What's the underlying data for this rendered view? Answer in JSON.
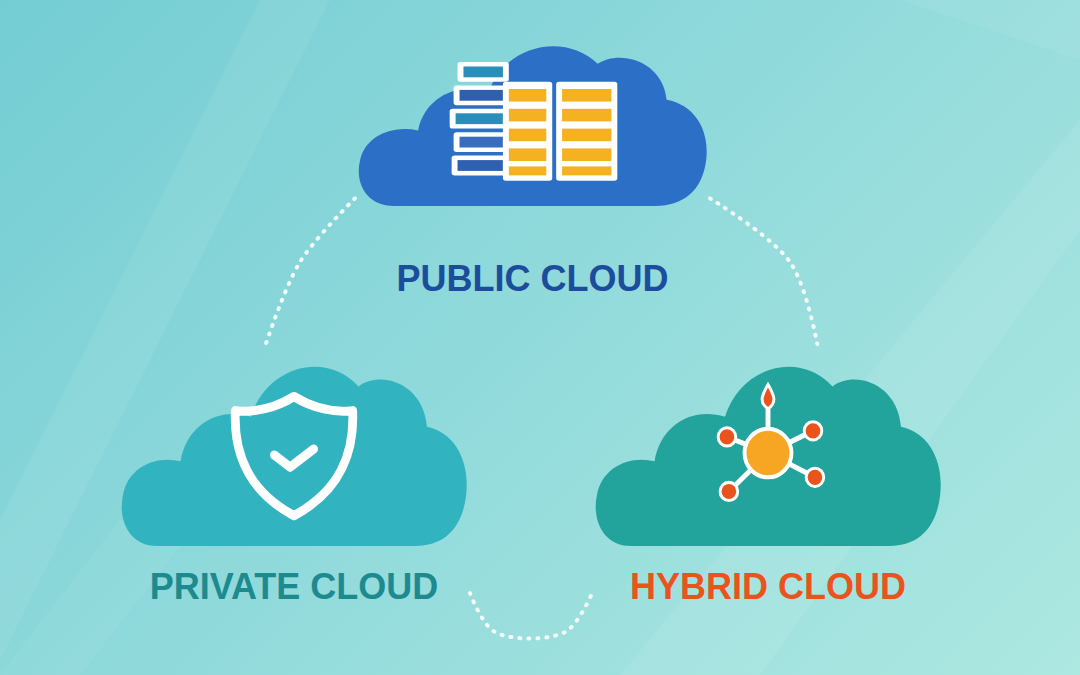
{
  "diagram": {
    "nodes": [
      {
        "text": [
          "PUBLIC CLOUD"
        ]
      },
      {
        "text": [
          "PRIVATE CLOUD"
        ]
      },
      {
        "text": [
          "HYBRID CLOUD"
        ]
      }
    ],
    "edges": [
      {
        "from": 0,
        "to": 1,
        "arrow": "none"
      },
      {
        "from": 0,
        "to": 2,
        "arrow": "none"
      },
      {
        "from": 1,
        "to": 2,
        "arrow": "none"
      }
    ]
  }
}
